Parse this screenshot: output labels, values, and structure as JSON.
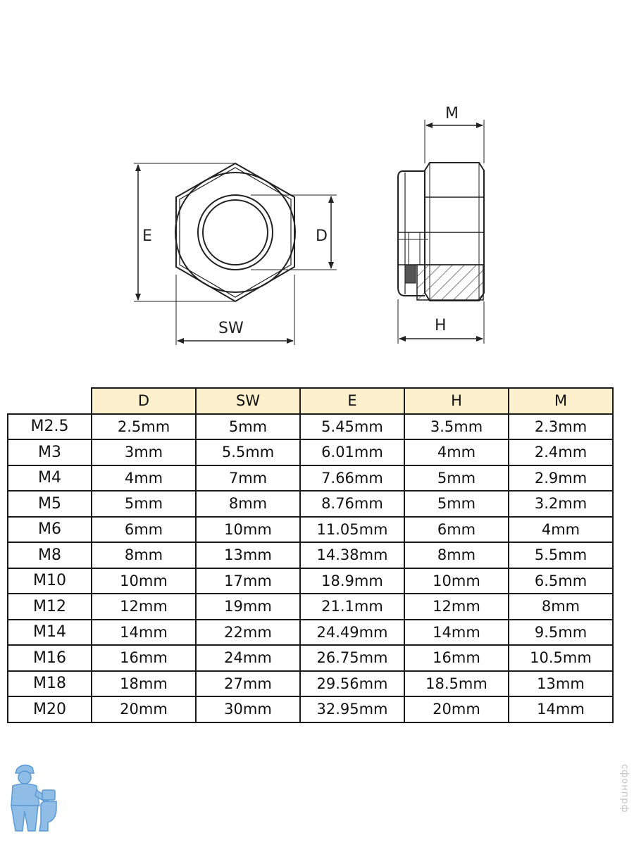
{
  "diagram": {
    "front_view": {
      "label_E": "E",
      "label_D": "D",
      "label_SW": "SW"
    },
    "side_view": {
      "label_M": "M",
      "label_H": "H"
    }
  },
  "table": {
    "columns": [
      "D",
      "SW",
      "E",
      "H",
      "M"
    ],
    "rows": [
      {
        "size": "M2.5",
        "values": [
          "2.5mm",
          "5mm",
          "5.45mm",
          "3.5mm",
          "2.3mm"
        ]
      },
      {
        "size": "M3",
        "values": [
          "3mm",
          "5.5mm",
          "6.01mm",
          "4mm",
          "2.4mm"
        ]
      },
      {
        "size": "M4",
        "values": [
          "4mm",
          "7mm",
          "7.66mm",
          "5mm",
          "2.9mm"
        ]
      },
      {
        "size": "M5",
        "values": [
          "5mm",
          "8mm",
          "8.76mm",
          "5mm",
          "3.2mm"
        ]
      },
      {
        "size": "M6",
        "values": [
          "6mm",
          "10mm",
          "11.05mm",
          "6mm",
          "4mm"
        ]
      },
      {
        "size": "M8",
        "values": [
          "8mm",
          "13mm",
          "14.38mm",
          "8mm",
          "5.5mm"
        ]
      },
      {
        "size": "M10",
        "values": [
          "10mm",
          "17mm",
          "18.9mm",
          "10mm",
          "6.5mm"
        ]
      },
      {
        "size": "M12",
        "values": [
          "12mm",
          "19mm",
          "21.1mm",
          "12mm",
          "8mm"
        ]
      },
      {
        "size": "M14",
        "values": [
          "14mm",
          "22mm",
          "24.49mm",
          "14mm",
          "9.5mm"
        ]
      },
      {
        "size": "M16",
        "values": [
          "16mm",
          "24mm",
          "26.75mm",
          "16mm",
          "10.5mm"
        ]
      },
      {
        "size": "M18",
        "values": [
          "18mm",
          "27mm",
          "29.56mm",
          "18.5mm",
          "13mm"
        ]
      },
      {
        "size": "M20",
        "values": [
          "20mm",
          "30mm",
          "32.95mm",
          "20mm",
          "14mm"
        ]
      }
    ]
  },
  "watermark": {
    "text": "сфонпрф"
  },
  "colors": {
    "header_fill": "#fdf0cc",
    "line": "#1a1a1a",
    "mascot": "#5a9ad6"
  }
}
